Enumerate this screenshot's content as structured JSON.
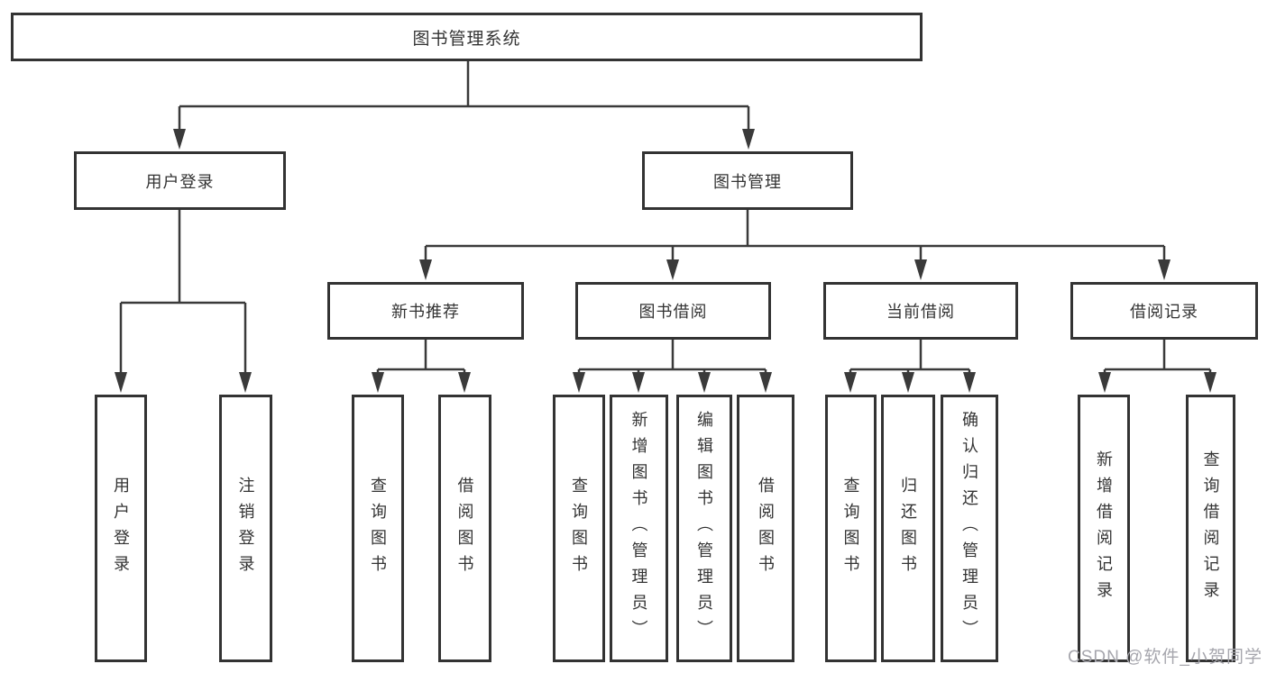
{
  "tree": {
    "root": {
      "label": "图书管理系统"
    },
    "branches": [
      {
        "label": "用户登录",
        "children": [
          {
            "label": "用户登录"
          },
          {
            "label": "注销登录"
          }
        ]
      },
      {
        "label": "图书管理",
        "children": [
          {
            "label": "新书推荐",
            "children": [
              {
                "label": "查询图书"
              },
              {
                "label": "借阅图书"
              }
            ]
          },
          {
            "label": "图书借阅",
            "children": [
              {
                "label": "查询图书"
              },
              {
                "label": "新增图书（管理员）"
              },
              {
                "label": "编辑图书（管理员）"
              },
              {
                "label": "借阅图书"
              }
            ]
          },
          {
            "label": "当前借阅",
            "children": [
              {
                "label": "查询图书"
              },
              {
                "label": "归还图书"
              },
              {
                "label": "确认归还（管理员）"
              }
            ]
          },
          {
            "label": "借阅记录",
            "children": [
              {
                "label": "新增借阅记录"
              },
              {
                "label": "查询借阅记录"
              }
            ]
          }
        ]
      }
    ]
  },
  "watermark": {
    "text": "CSDN @软件_小贺同学"
  },
  "colors": {
    "line": "#3a3a3a",
    "box_border": "#333333",
    "text": "#333333",
    "watermark": "#a6a6ad",
    "background": "#ffffff"
  }
}
